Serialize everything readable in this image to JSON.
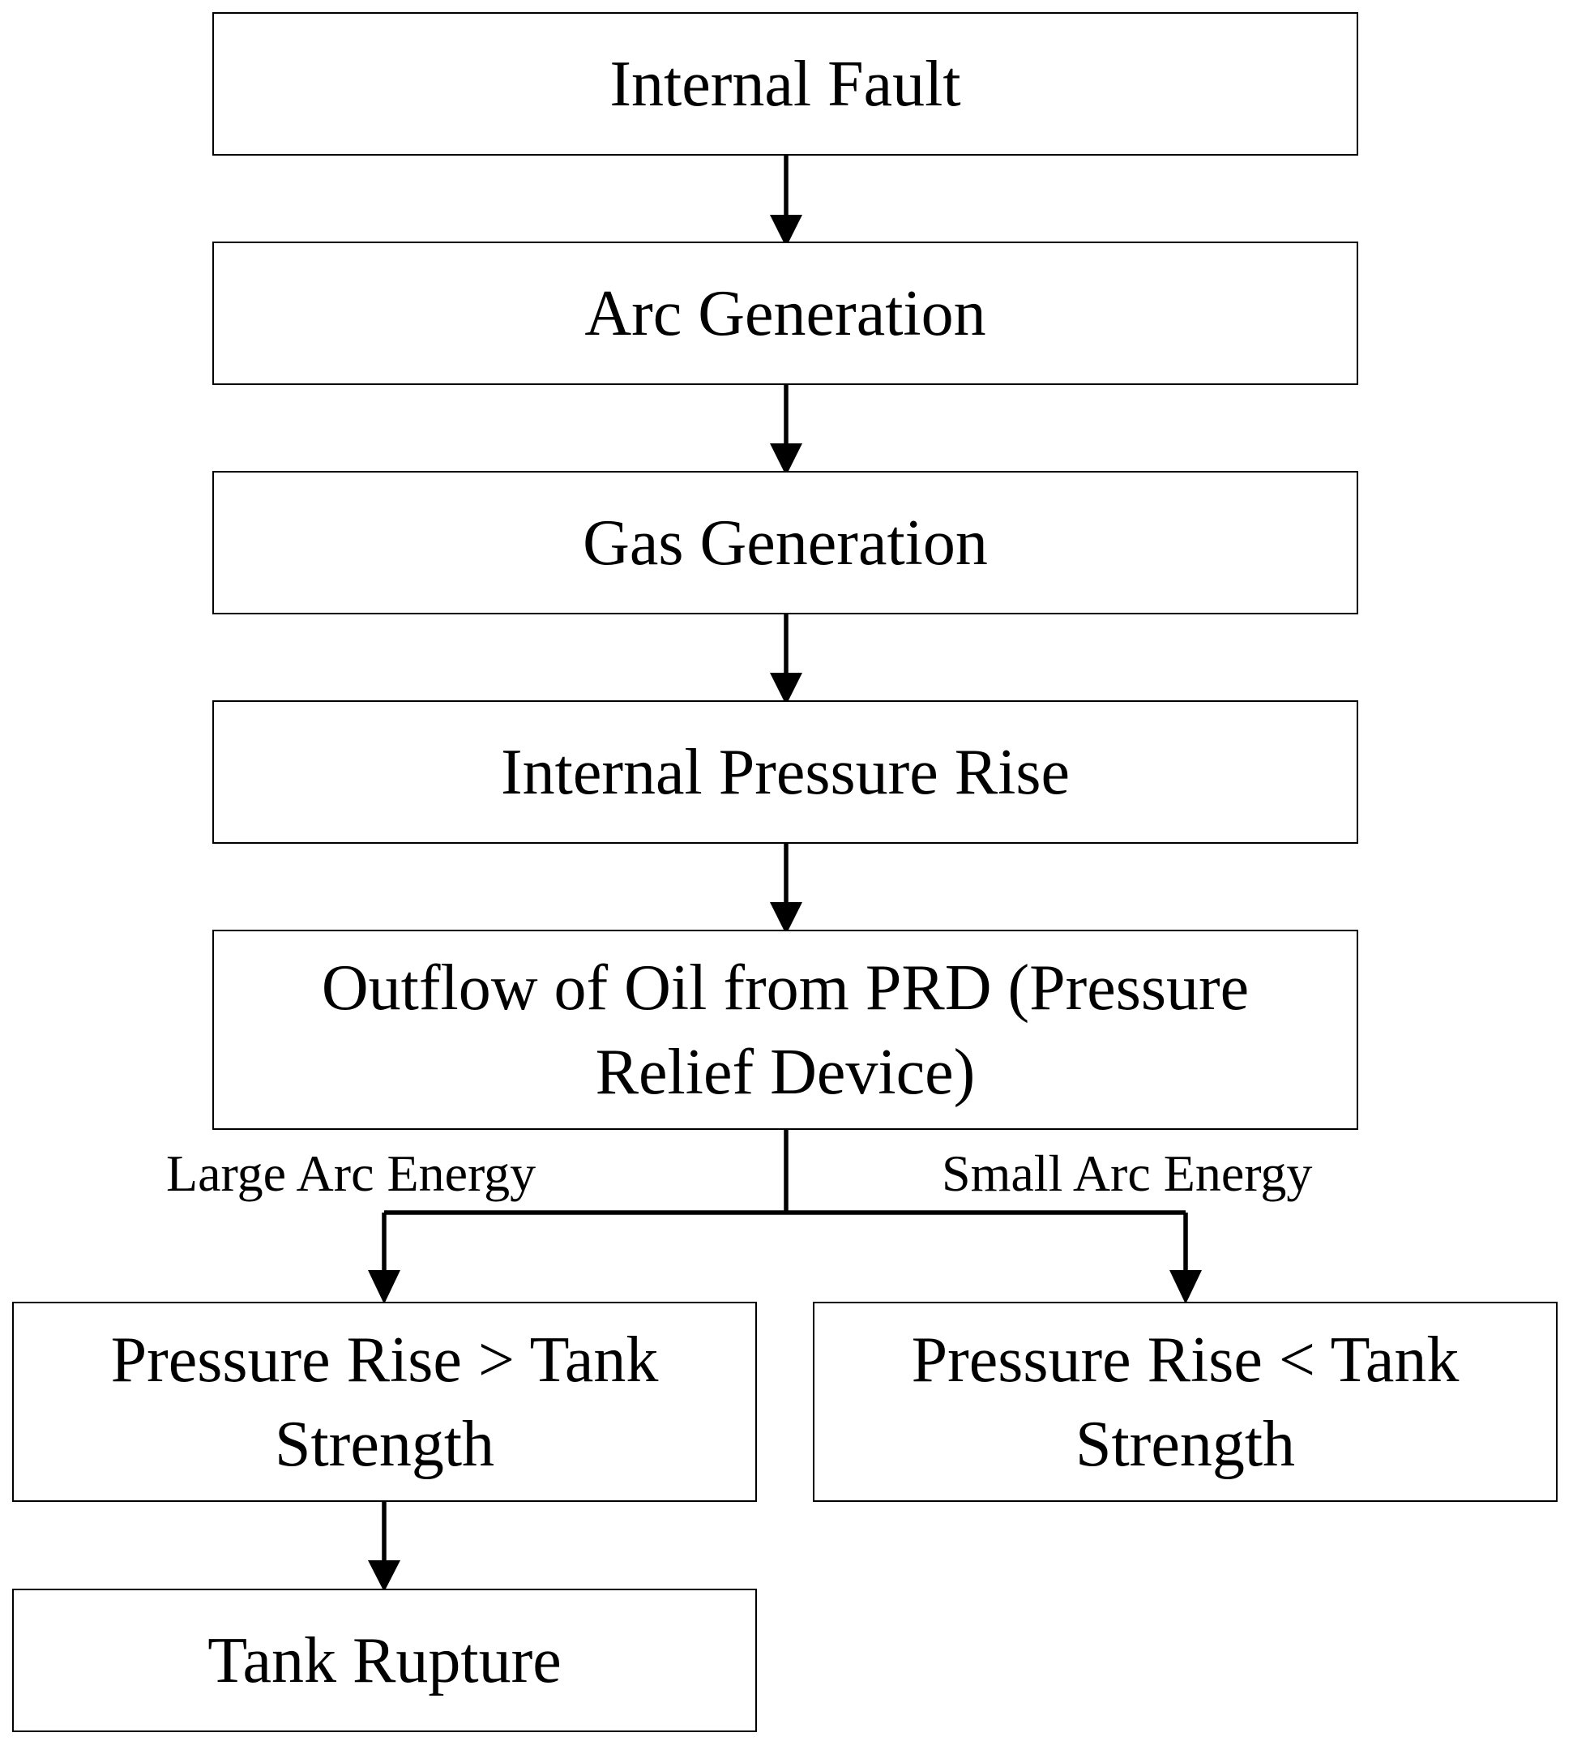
{
  "nodes": {
    "internal_fault": "Internal Fault",
    "arc_generation": "Arc Generation",
    "gas_generation": "Gas Generation",
    "internal_pressure_rise": "Internal Pressure Rise",
    "outflow_of_oil": "Outflow of Oil from PRD (Pressure Relief Device)",
    "pressure_rise_greater": "Pressure Rise > Tank Strength",
    "pressure_rise_less": "Pressure Rise < Tank Strength",
    "tank_rupture": "Tank Rupture"
  },
  "edge_labels": {
    "large_arc_energy": "Large Arc Energy",
    "small_arc_energy": "Small Arc Energy"
  },
  "colors": {
    "line": "#000000",
    "background": "#ffffff"
  }
}
